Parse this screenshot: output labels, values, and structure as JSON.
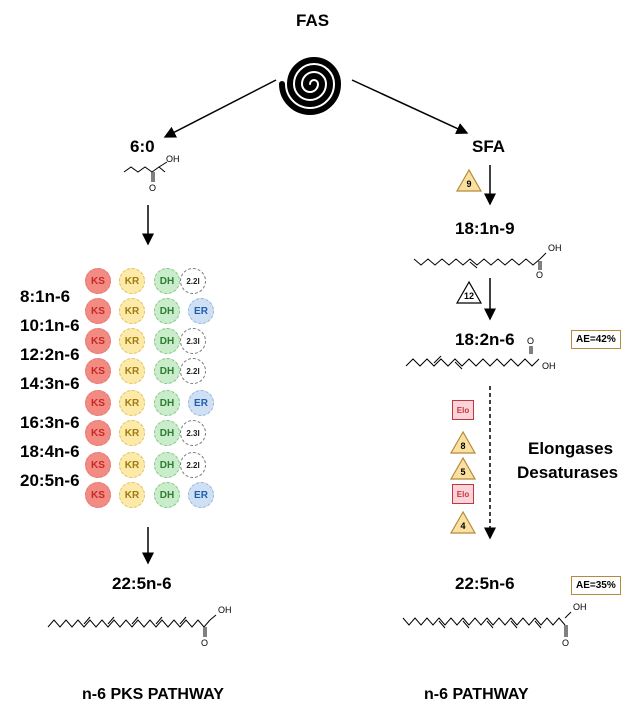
{
  "top": {
    "title": "FAS"
  },
  "left": {
    "start_label": "6:0",
    "chain_labels": [
      "8:1n-6",
      "10:1n-6",
      "12:2n-6",
      "14:3n-6",
      "16:3n-6",
      "18:4n-6",
      "20:5n-6"
    ],
    "rows": [
      {
        "ks": "KS",
        "kr": "KR",
        "dh": "DH",
        "last": "2.2I"
      },
      {
        "ks": "KS",
        "kr": "KR",
        "dh": "DH",
        "last": "ER"
      },
      {
        "ks": "KS",
        "kr": "KR",
        "dh": "DH",
        "last": "2.3I"
      },
      {
        "ks": "KS",
        "kr": "KR",
        "dh": "DH",
        "last": "2.2I"
      },
      {
        "ks": "KS",
        "kr": "KR",
        "dh": "DH",
        "last": "ER"
      },
      {
        "ks": "KS",
        "kr": "KR",
        "dh": "DH",
        "last": "2.3I"
      },
      {
        "ks": "KS",
        "kr": "KR",
        "dh": "DH",
        "last": "2.2I"
      },
      {
        "ks": "KS",
        "kr": "KR",
        "dh": "DH",
        "last": "ER"
      }
    ],
    "end_label": "22:5n-6",
    "caption": "n-6 PKS PATHWAY"
  },
  "right": {
    "start_label": "SFA",
    "delta9": "9",
    "label_18_1": "18:1n-9",
    "delta12": "12",
    "label_18_2": "18:2n-6",
    "ae_18_2": "AE=42%",
    "enzymes": [
      {
        "kind": "elo",
        "text": "Elo"
      },
      {
        "kind": "tri",
        "text": "8"
      },
      {
        "kind": "tri",
        "text": "5"
      },
      {
        "kind": "elo",
        "text": "Elo"
      },
      {
        "kind": "tri",
        "text": "4"
      }
    ],
    "side_text_1": "Elongases",
    "side_text_2": "Desaturases",
    "end_label": "22:5n-6",
    "ae_22_5": "AE=35%",
    "caption": "n-6 PATHWAY"
  },
  "molecule_labels": {
    "oh": "OH",
    "o": "O"
  }
}
